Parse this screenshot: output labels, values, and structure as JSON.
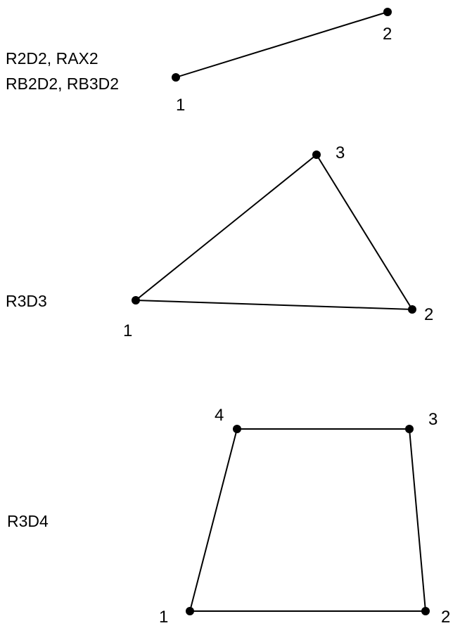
{
  "elements": [
    {
      "labels": [
        "R2D2, RAX2",
        "RB2D2, RB3D2"
      ],
      "nodes": [
        "1",
        "2"
      ]
    },
    {
      "labels": [
        "R3D3"
      ],
      "nodes": [
        "1",
        "2",
        "3"
      ]
    },
    {
      "labels": [
        "R3D4"
      ],
      "nodes": [
        "1",
        "2",
        "3",
        "4"
      ]
    }
  ],
  "colors": {
    "line": "#000000",
    "background": "#ffffff"
  }
}
